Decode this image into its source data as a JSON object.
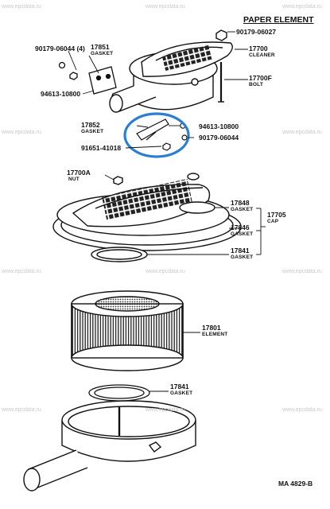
{
  "title": "PAPER ELEMENT",
  "watermark": "www.epcdata.ru",
  "figure_code": "MA  4829-B",
  "highlight_color": "#2a7fd4",
  "parts": {
    "p90179_06027": "90179-06027",
    "p17700": "17700",
    "p17700_sub": "CLEANER",
    "p17700f": "17700F",
    "p17700f_sub": "BOLT",
    "p90179_06044_4": "90179-06044 (4)",
    "p17851": "17851",
    "p17851_sub": "GASKET",
    "p94613_10800_l": "94613-10800",
    "p17852": "17852",
    "p17852_sub": "GASKET",
    "p94613_10800_r": "94613-10800",
    "p90179_06044_r": "90179-06044",
    "p91651_41018": "91651-41018",
    "p17700a": "17700A",
    "p17700a_sub": "NUT",
    "p17848": "17848",
    "p17848_sub": "GASKET",
    "p17705": "17705",
    "p17705_sub": "CAP",
    "p17846": "17846",
    "p17846_sub": "GASKET",
    "p17841a": "17841",
    "p17841a_sub": "GASKET",
    "p17801": "17801",
    "p17801_sub": "ELEMENT",
    "p17841b": "17841",
    "p17841b_sub": "GASKET"
  }
}
